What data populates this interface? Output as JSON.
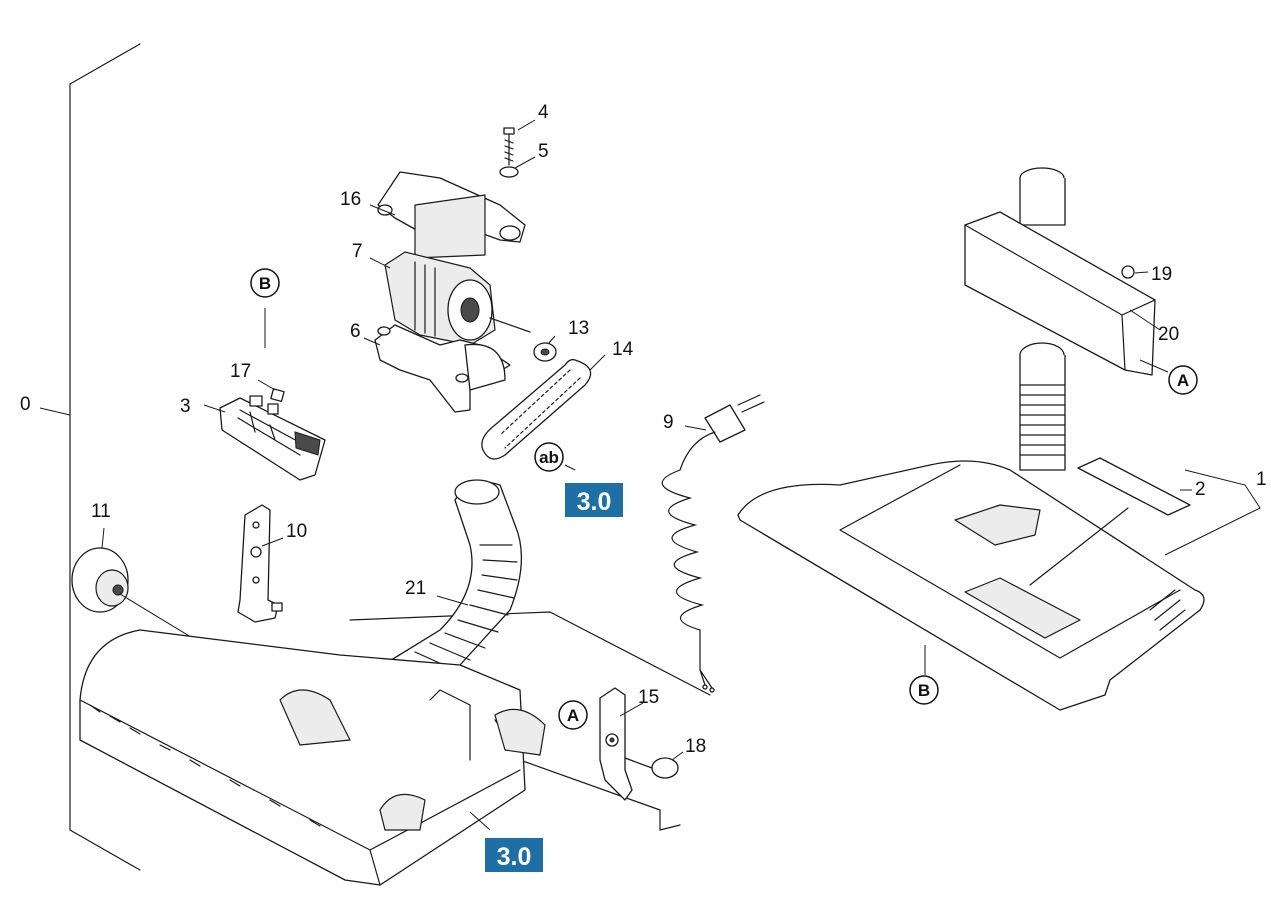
{
  "diagram": {
    "part_numbers": [
      "0",
      "1",
      "2",
      "3",
      "4",
      "5",
      "6",
      "7",
      "9",
      "10",
      "11",
      "13",
      "14",
      "15",
      "16",
      "17",
      "18",
      "19",
      "20",
      "21"
    ],
    "reference_markers": {
      "b_top": "B",
      "b_bottom": "B",
      "a_top": "A",
      "a_bottom": "A",
      "ab": "ab"
    },
    "section_refs": {
      "belt": "3.0",
      "housing": "3.0"
    },
    "colors": {
      "line": "#1a1a1a",
      "badge": "#1d6fa6",
      "badge_text": "#ffffff"
    }
  }
}
